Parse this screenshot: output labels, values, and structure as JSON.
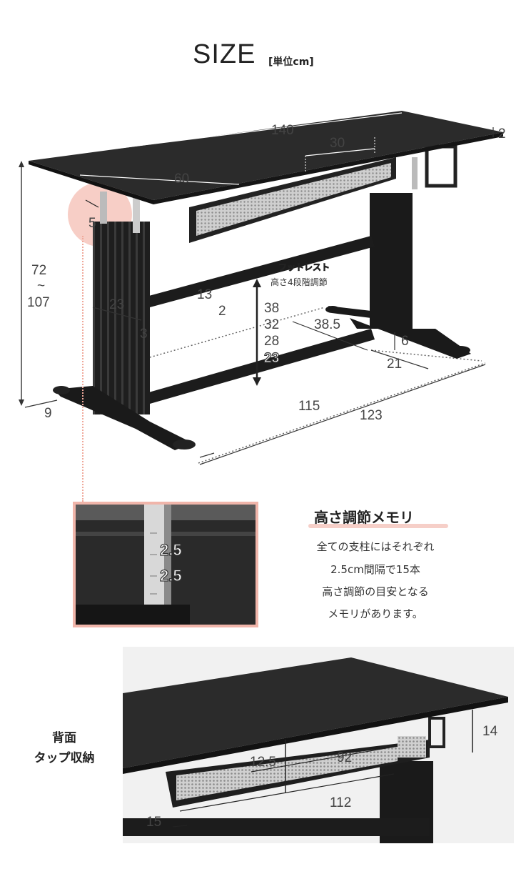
{
  "header": {
    "title": "SIZE",
    "unit": "[単位cm]"
  },
  "dimensions": {
    "top_width": "140",
    "thickness": "2",
    "tap_width": "30",
    "depth": "60",
    "hook": "5",
    "height_min": "72",
    "height_tilde": "~",
    "height_max": "107",
    "leg_width": "23",
    "rail_13": "13",
    "rail_2": "2",
    "leg_gap": "3",
    "foot_9": "9",
    "foot_depth": "38.5",
    "foot_height": "6",
    "foot_21": "21",
    "inner_width": "115",
    "outer_width": "123"
  },
  "footrest": {
    "label": "フットレスト",
    "sub_label": "高さ4段階調節",
    "heights": [
      "38",
      "32",
      "28",
      "23"
    ]
  },
  "memori": {
    "title": "高さ調節メモリ",
    "lines": [
      "全ての支柱にはそれぞれ",
      "2.5cm間隔で15本",
      "高さ調節の目安となる",
      "メモリがあります。"
    ],
    "scale_values": [
      "2.5",
      "2.5"
    ]
  },
  "back": {
    "label_lines": [
      "背面",
      "タップ収納"
    ],
    "dims": {
      "h14": "14",
      "d12_5": "12.5",
      "w92": "92",
      "w112": "112",
      "d15": "15"
    }
  },
  "colors": {
    "desk": "#2b2b2b",
    "accent_pink": "#f0b5aa",
    "dotted": "#777777"
  }
}
